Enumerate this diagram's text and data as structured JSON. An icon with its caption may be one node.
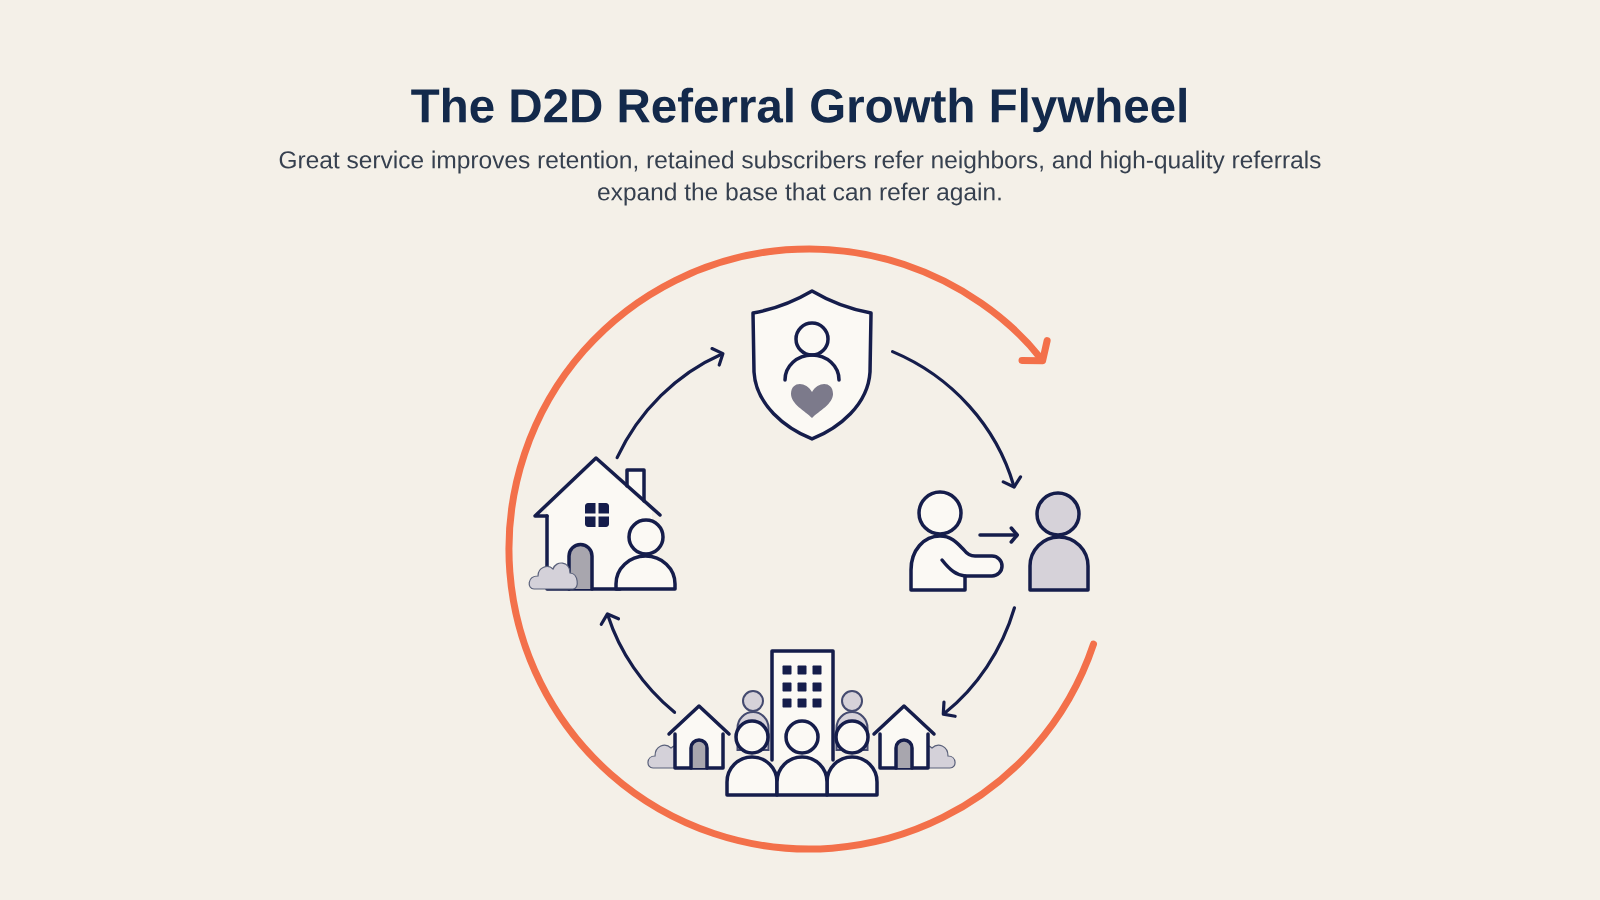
{
  "diagram": {
    "title": "The D2D Referral Growth Flywheel",
    "caption": "Great service improves retention, retained subscribers refer neighbors, and high-quality referrals expand the base that can refer again.",
    "nodes": [
      {
        "text": [],
        "shape": "picture"
      },
      {
        "text": [],
        "shape": "picture"
      },
      {
        "text": [],
        "shape": "picture"
      },
      {
        "text": [],
        "shape": "picture"
      }
    ],
    "edges": [
      {
        "from": 1,
        "to": 0,
        "arrow": "to"
      },
      {
        "from": 0,
        "to": 2,
        "arrow": "to"
      },
      {
        "from": 2,
        "to": 3,
        "arrow": "to"
      },
      {
        "from": 3,
        "to": 1,
        "arrow": "to"
      }
    ]
  }
}
